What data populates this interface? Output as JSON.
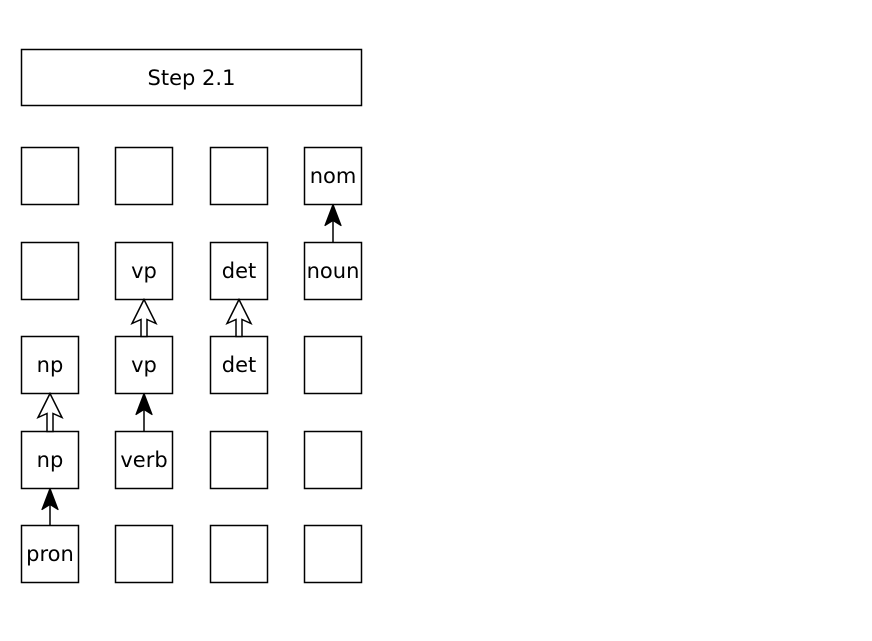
{
  "title": "Step 2.1",
  "grid": [
    [
      "",
      "",
      "",
      "nom"
    ],
    [
      "",
      "vp",
      "det",
      "noun"
    ],
    [
      "np",
      "vp",
      "det",
      ""
    ],
    [
      "np",
      "verb",
      "",
      ""
    ],
    [
      "pron",
      "",
      "",
      ""
    ]
  ],
  "arrows": [
    {
      "col": 0,
      "from_row": 4,
      "to_row": 3,
      "style": "solid"
    },
    {
      "col": 0,
      "from_row": 3,
      "to_row": 2,
      "style": "hollow"
    },
    {
      "col": 1,
      "from_row": 3,
      "to_row": 2,
      "style": "solid"
    },
    {
      "col": 1,
      "from_row": 2,
      "to_row": 1,
      "style": "hollow"
    },
    {
      "col": 2,
      "from_row": 2,
      "to_row": 1,
      "style": "hollow"
    },
    {
      "col": 3,
      "from_row": 1,
      "to_row": 0,
      "style": "solid"
    }
  ]
}
